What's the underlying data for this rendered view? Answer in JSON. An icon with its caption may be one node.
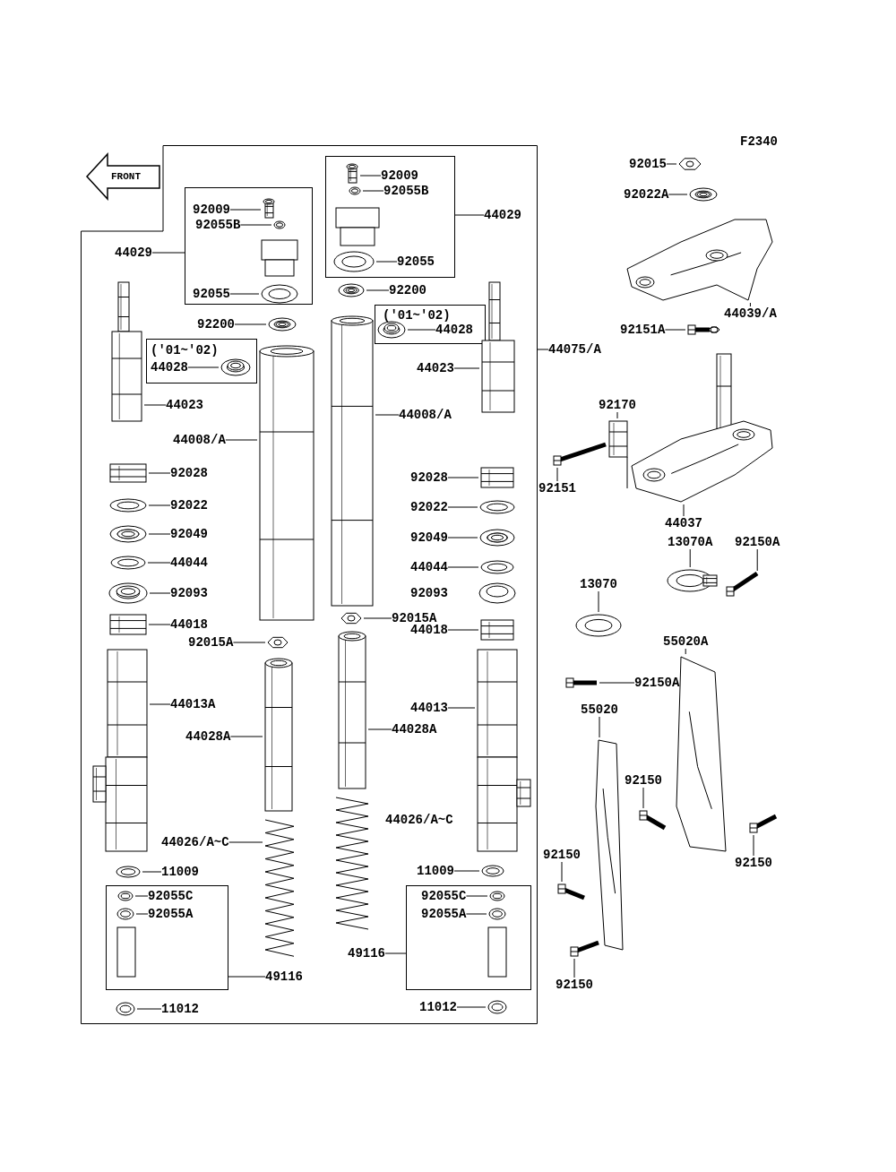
{
  "diagram": {
    "nodes": [
      {
        "text": [],
        "shape": "box"
      },
      {
        "text": [
          "44029"
        ],
        "in": 0
      },
      {
        "text": [],
        "shape": "box",
        "in": 0
      },
      {
        "text": [
          "92009"
        ],
        "in": 2
      },
      {
        "text": [
          "92055B"
        ],
        "in": 2
      },
      {
        "text": [
          "92055"
        ],
        "in": 2
      },
      {
        "text": [],
        "shape": "box",
        "in": 0
      },
      {
        "text": [
          "92009"
        ],
        "in": 6
      },
      {
        "text": [
          "92055B"
        ],
        "in": 6
      },
      {
        "text": [
          "92055"
        ],
        "in": 6
      },
      {
        "text": [
          "44029"
        ],
        "in": 0
      },
      {
        "text": [
          "92200"
        ],
        "in": 0
      },
      {
        "text": [
          "92200"
        ],
        "in": 0
      },
      {
        "text": [
          "('01~'02)",
          "44028"
        ],
        "in": 0
      },
      {
        "text": [
          "('01~'02)",
          "44028"
        ],
        "in": 0
      },
      {
        "text": [
          "44075/A"
        ]
      },
      {
        "text": [
          "44023"
        ],
        "in": 0
      },
      {
        "text": [
          "44023"
        ],
        "in": 0
      },
      {
        "text": [
          "44008/A"
        ],
        "in": 0
      },
      {
        "text": [
          "44008/A"
        ],
        "in": 0
      },
      {
        "text": [
          "92028"
        ],
        "in": 0
      },
      {
        "text": [
          "92028"
        ],
        "in": 0
      },
      {
        "text": [
          "92022"
        ],
        "in": 0
      },
      {
        "text": [
          "92022"
        ],
        "in": 0
      },
      {
        "text": [
          "92049"
        ],
        "in": 0
      },
      {
        "text": [
          "92049"
        ],
        "in": 0
      },
      {
        "text": [
          "44044"
        ],
        "in": 0
      },
      {
        "text": [
          "44044"
        ],
        "in": 0
      },
      {
        "text": [
          "92093"
        ],
        "in": 0
      },
      {
        "text": [
          "92015A"
        ],
        "in": 0
      },
      {
        "text": [
          "44018"
        ],
        "in": 0
      },
      {
        "text": [
          "44018"
        ],
        "in": 0
      },
      {
        "text": [
          "92015A"
        ],
        "in": 0
      },
      {
        "text": [
          "44013A"
        ],
        "in": 0
      },
      {
        "text": [
          "44013"
        ],
        "in": 0
      },
      {
        "text": [
          "44028A"
        ],
        "in": 0
      },
      {
        "text": [
          "44028A"
        ],
        "in": 0
      },
      {
        "text": [
          "44026/A~C"
        ],
        "in": 0
      },
      {
        "text": [
          "11009"
        ],
        "in": 0
      },
      {
        "text": [
          "11009"
        ],
        "in": 0
      },
      {
        "text": [],
        "shape": "box",
        "in": 0
      },
      {
        "text": [
          "92055C"
        ],
        "in": 40
      },
      {
        "text": [
          "92055A"
        ],
        "in": 40
      },
      {
        "text": [
          "49116"
        ],
        "in": 0
      },
      {
        "text": [],
        "shape": "box",
        "in": 0
      },
      {
        "text": [
          "92055C"
        ],
        "in": 44
      },
      {
        "text": [
          "92055A"
        ],
        "in": 44
      },
      {
        "text": [
          "49116"
        ],
        "in": 0
      },
      {
        "text": [
          "11012"
        ],
        "in": 0
      },
      {
        "text": [
          "11012"
        ],
        "in": 0
      },
      {
        "text": [
          "92015"
        ]
      },
      {
        "text": [
          "92022A"
        ]
      },
      {
        "text": [
          "44039/A"
        ]
      },
      {
        "text": [
          "92151A"
        ]
      },
      {
        "text": [
          "92170"
        ]
      },
      {
        "text": [
          "92151"
        ]
      },
      {
        "text": [
          "44037"
        ]
      },
      {
        "text": [
          "13070A"
        ]
      },
      {
        "text": [
          "92150A"
        ]
      },
      {
        "text": [
          "13070"
        ]
      },
      {
        "text": [
          "92150A"
        ]
      },
      {
        "text": [
          "55020A"
        ]
      },
      {
        "text": [
          "55020"
        ]
      },
      {
        "text": [
          "92150"
        ]
      },
      {
        "text": [
          "92150"
        ]
      },
      {
        "text": [
          "92150"
        ]
      },
      {
        "text": [
          "92150"
        ]
      },
      {
        "text": [],
        "shape": "picture",
        "in": 2
      },
      {
        "text": [],
        "shape": "picture",
        "in": 2
      },
      {
        "text": [],
        "shape": "picture",
        "in": 2
      },
      {
        "text": [],
        "shape": "picture",
        "in": 6
      },
      {
        "text": [],
        "shape": "picture",
        "in": 6
      },
      {
        "text": [],
        "shape": "picture",
        "in": 6
      },
      {
        "text": [],
        "shape": "picture",
        "in": 0
      },
      {
        "text": [],
        "shape": "picture",
        "in": 0
      },
      {
        "text": [],
        "shape": "picture",
        "in": 13
      },
      {
        "text": [],
        "shape": "picture",
        "in": 14
      },
      {
        "text": [],
        "shape": "picture",
        "in": 0
      },
      {
        "text": [],
        "shape": "picture",
        "in": 0
      },
      {
        "text": [],
        "shape": "picture",
        "in": 0
      },
      {
        "text": [],
        "shape": "picture",
        "in": 0
      },
      {
        "text": [],
        "shape": "picture",
        "in": 0
      },
      {
        "text": [],
        "shape": "picture",
        "in": 0
      },
      {
        "text": [],
        "shape": "picture",
        "in": 0
      },
      {
        "text": [],
        "shape": "picture",
        "in": 0
      },
      {
        "text": [],
        "shape": "picture",
        "in": 0
      },
      {
        "text": [],
        "shape": "picture",
        "in": 0
      },
      {
        "text": [],
        "shape": "picture",
        "in": 0
      },
      {
        "text": [],
        "shape": "picture",
        "in": 0
      },
      {
        "text": [],
        "shape": "picture",
        "in": 0
      },
      {
        "text": [],
        "shape": "picture",
        "in": 0
      },
      {
        "text": [],
        "shape": "picture",
        "in": 0
      },
      {
        "text": [],
        "shape": "picture",
        "in": 0
      },
      {
        "text": [],
        "shape": "picture",
        "in": 0
      },
      {
        "text": [],
        "shape": "picture",
        "in": 0
      },
      {
        "text": [],
        "shape": "picture",
        "in": 0
      },
      {
        "text": [],
        "shape": "picture",
        "in": 0
      },
      {
        "text": [],
        "shape": "picture",
        "in": 0
      },
      {
        "text": [],
        "shape": "picture",
        "in": 0
      },
      {
        "text": [],
        "shape": "picture",
        "in": 0
      },
      {
        "text": [],
        "shape": "picture",
        "in": 0
      },
      {
        "text": [],
        "shape": "picture",
        "in": 40
      },
      {
        "text": [],
        "shape": "picture",
        "in": 40
      },
      {
        "text": [],
        "shape": "picture",
        "in": 44
      },
      {
        "text": [],
        "shape": "picture",
        "in": 44
      },
      {
        "text": [],
        "shape": "picture",
        "in": 0
      },
      {
        "text": [],
        "shape": "picture",
        "in": 0
      },
      {
        "text": [],
        "shape": "picture"
      },
      {
        "text": [],
        "shape": "picture"
      },
      {
        "text": [],
        "shape": "picture"
      },
      {
        "text": [],
        "shape": "picture"
      },
      {
        "text": [],
        "shape": "picture"
      },
      {
        "text": [],
        "shape": "picture"
      },
      {
        "text": [],
        "shape": "picture"
      },
      {
        "text": [],
        "shape": "picture"
      },
      {
        "text": [],
        "shape": "picture"
      },
      {
        "text": [],
        "shape": "picture"
      },
      {
        "text": [],
        "shape": "picture"
      },
      {
        "text": [],
        "shape": "picture"
      },
      {
        "text": [],
        "shape": "picture"
      },
      {
        "text": [],
        "shape": "picture"
      },
      {
        "text": [],
        "shape": "picture"
      },
      {
        "text": [],
        "shape": "picture"
      },
      {
        "text": [],
        "shape": "picture"
      }
    ],
    "edges": [
      {
        "from": 1,
        "to": 2,
        "arrow": "none"
      },
      {
        "from": 3,
        "to": 67,
        "arrow": "none"
      },
      {
        "from": 4,
        "to": 68,
        "arrow": "none"
      },
      {
        "from": 5,
        "to": 69,
        "arrow": "none"
      },
      {
        "from": 7,
        "to": 70,
        "arrow": "none"
      },
      {
        "from": 8,
        "to": 71,
        "arrow": "none"
      },
      {
        "from": 9,
        "to": 72,
        "arrow": "none"
      },
      {
        "from": 10,
        "to": 6,
        "arrow": "none"
      },
      {
        "from": 11,
        "to": 73,
        "arrow": "none"
      },
      {
        "from": 12,
        "to": 74,
        "arrow": "none"
      },
      {
        "from": 13,
        "to": 75,
        "arrow": "none"
      },
      {
        "from": 14,
        "to": 76,
        "arrow": "none"
      },
      {
        "from": 15,
        "to": 0,
        "arrow": "none"
      },
      {
        "from": 16,
        "to": 77,
        "arrow": "none"
      },
      {
        "from": 17,
        "to": 78,
        "arrow": "none"
      },
      {
        "from": 18,
        "to": 79,
        "arrow": "none"
      },
      {
        "from": 19,
        "to": 80,
        "arrow": "none"
      },
      {
        "from": 20,
        "to": 81,
        "arrow": "none"
      },
      {
        "from": 21,
        "to": 82,
        "arrow": "none"
      },
      {
        "from": 22,
        "to": 83,
        "arrow": "none"
      },
      {
        "from": 23,
        "to": 84,
        "arrow": "none"
      },
      {
        "from": 24,
        "to": 85,
        "arrow": "none"
      },
      {
        "from": 25,
        "to": 86,
        "arrow": "none"
      },
      {
        "from": 26,
        "to": 87,
        "arrow": "none"
      },
      {
        "from": 27,
        "to": 88,
        "arrow": "none"
      },
      {
        "from": 28,
        "to": 89,
        "arrow": "none"
      },
      {
        "from": 29,
        "to": 90,
        "arrow": "none"
      },
      {
        "from": 30,
        "to": 91,
        "arrow": "none"
      },
      {
        "from": 31,
        "to": 92,
        "arrow": "none"
      },
      {
        "from": 32,
        "to": 93,
        "arrow": "none"
      },
      {
        "from": 33,
        "to": 94,
        "arrow": "none"
      },
      {
        "from": 34,
        "to": 95,
        "arrow": "none"
      },
      {
        "from": 35,
        "to": 96,
        "arrow": "none"
      },
      {
        "from": 36,
        "to": 97,
        "arrow": "none"
      },
      {
        "from": 37,
        "to": 98,
        "arrow": "none"
      },
      {
        "from": 38,
        "to": 99,
        "arrow": "none"
      },
      {
        "from": 39,
        "to": 100,
        "arrow": "none"
      },
      {
        "from": 41,
        "to": 101,
        "arrow": "none"
      },
      {
        "from": 42,
        "to": 102,
        "arrow": "none"
      },
      {
        "from": 43,
        "to": 40,
        "arrow": "none"
      },
      {
        "from": 45,
        "to": 103,
        "arrow": "none"
      },
      {
        "from": 46,
        "to": 104,
        "arrow": "none"
      },
      {
        "from": 47,
        "to": 44,
        "arrow": "none"
      },
      {
        "from": 48,
        "to": 105,
        "arrow": "none"
      },
      {
        "from": 49,
        "to": 106,
        "arrow": "none"
      },
      {
        "from": 50,
        "to": 107,
        "arrow": "none"
      },
      {
        "from": 51,
        "to": 108,
        "arrow": "none"
      },
      {
        "from": 52,
        "to": 109,
        "arrow": "none"
      },
      {
        "from": 53,
        "to": 110,
        "arrow": "none"
      },
      {
        "from": 54,
        "to": 111,
        "arrow": "none"
      },
      {
        "from": 55,
        "to": 112,
        "arrow": "none"
      },
      {
        "from": 56,
        "to": 113,
        "arrow": "none"
      },
      {
        "from": 57,
        "to": 114,
        "arrow": "none"
      },
      {
        "from": 58,
        "to": 115,
        "arrow": "none"
      },
      {
        "from": 59,
        "to": 116,
        "arrow": "none"
      },
      {
        "from": 60,
        "to": 117,
        "arrow": "none"
      },
      {
        "from": 61,
        "to": 118,
        "arrow": "none"
      },
      {
        "from": 62,
        "to": 119,
        "arrow": "none"
      },
      {
        "from": 63,
        "to": 120,
        "arrow": "none"
      },
      {
        "from": 64,
        "to": 121,
        "arrow": "none"
      },
      {
        "from": 65,
        "to": 122,
        "arrow": "none"
      },
      {
        "from": 66,
        "to": 123,
        "arrow": "none"
      }
    ],
    "labels": [
      "F2340",
      "FRONT",
      "92093",
      "44026/A~C"
    ]
  }
}
